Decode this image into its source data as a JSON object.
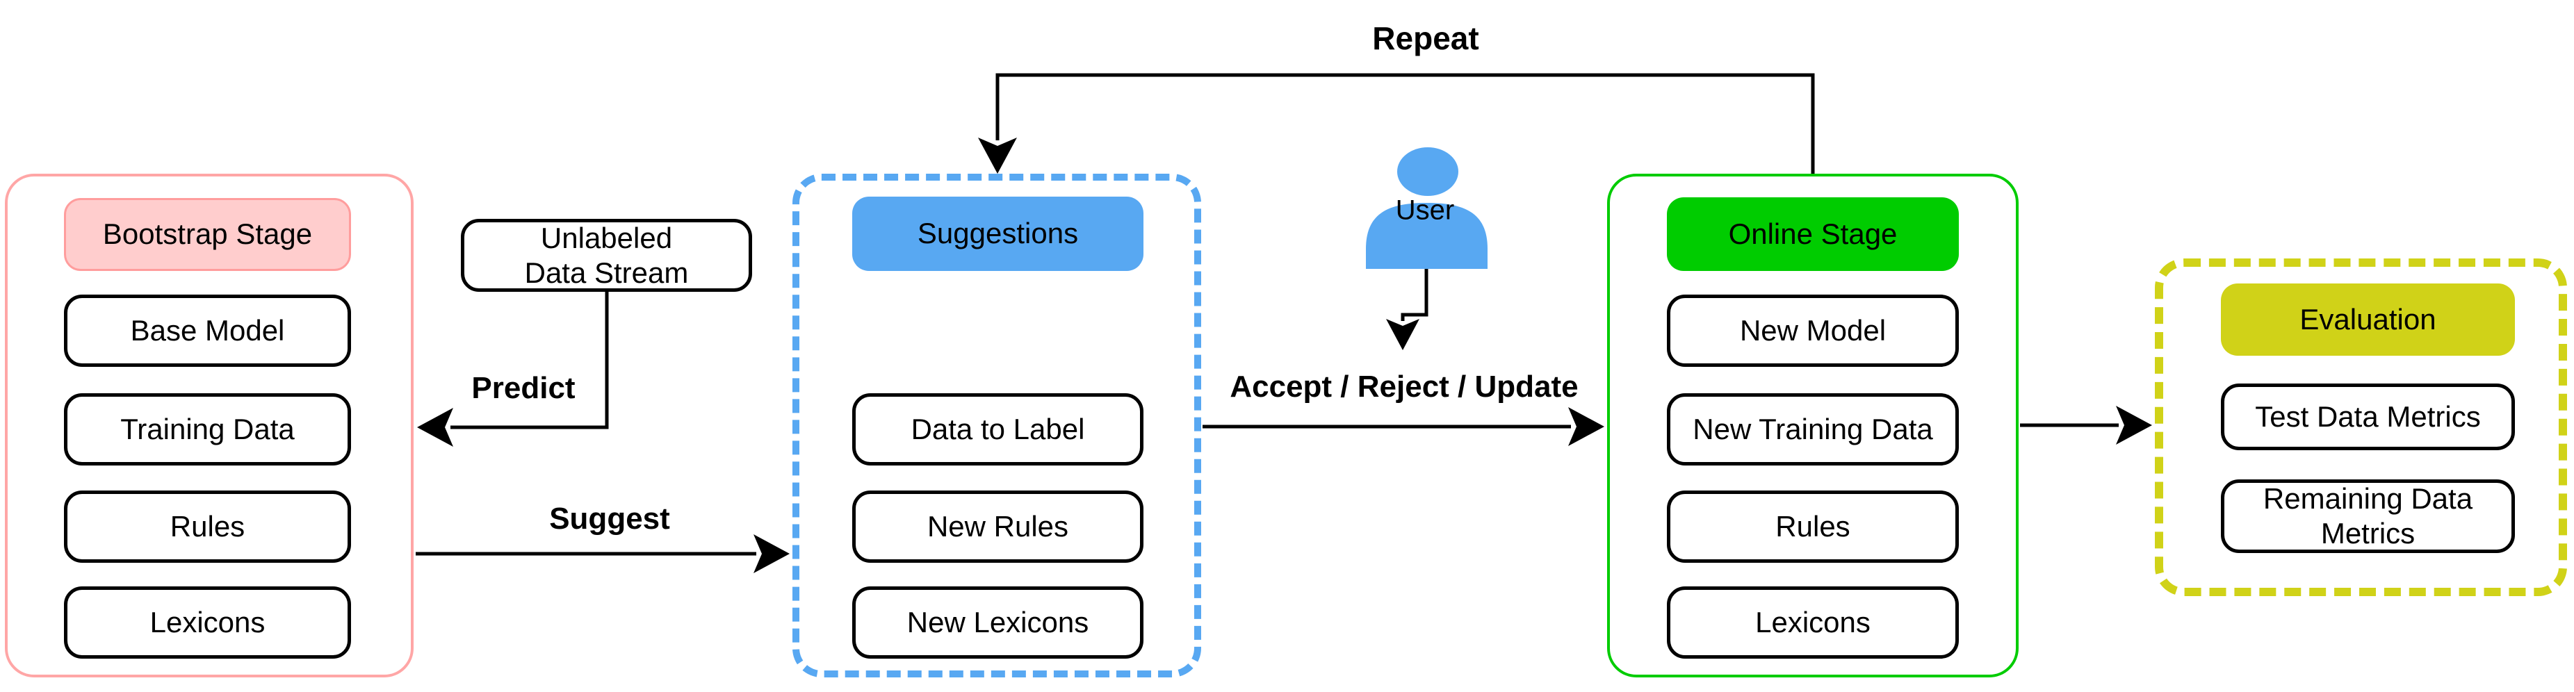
{
  "diagram": {
    "stages": {
      "bootstrap": {
        "title": "Bootstrap Stage",
        "items": [
          "Base Model",
          "Training Data",
          "Rules",
          "Lexicons"
        ]
      },
      "suggestions": {
        "title": "Suggestions",
        "items": [
          "Data to Label",
          "New Rules",
          "New Lexicons"
        ]
      },
      "online": {
        "title": "Online Stage",
        "items": [
          "New Model",
          "New Training Data",
          "Rules",
          "Lexicons"
        ]
      },
      "evaluation": {
        "title": "Evaluation",
        "items": [
          "Test Data Metrics",
          "Remaining Data Metrics"
        ]
      }
    },
    "unlabeled": {
      "lines": [
        "Unlabeled",
        "Data Stream"
      ]
    },
    "actor": {
      "label": "User"
    },
    "edge_labels": {
      "predict": "Predict",
      "suggest": "Suggest",
      "accept": "Accept / Reject / Update",
      "repeat": "Repeat"
    },
    "colors": {
      "bootstrap_border": "#ffa6a6",
      "bootstrap_header_fill": "#ffcdcd",
      "suggestions_blue": "#58a8f2",
      "online_green": "#00cc00",
      "evaluation_yellow": "#d0d218",
      "node_border": "#000000",
      "background": "#ffffff"
    }
  }
}
